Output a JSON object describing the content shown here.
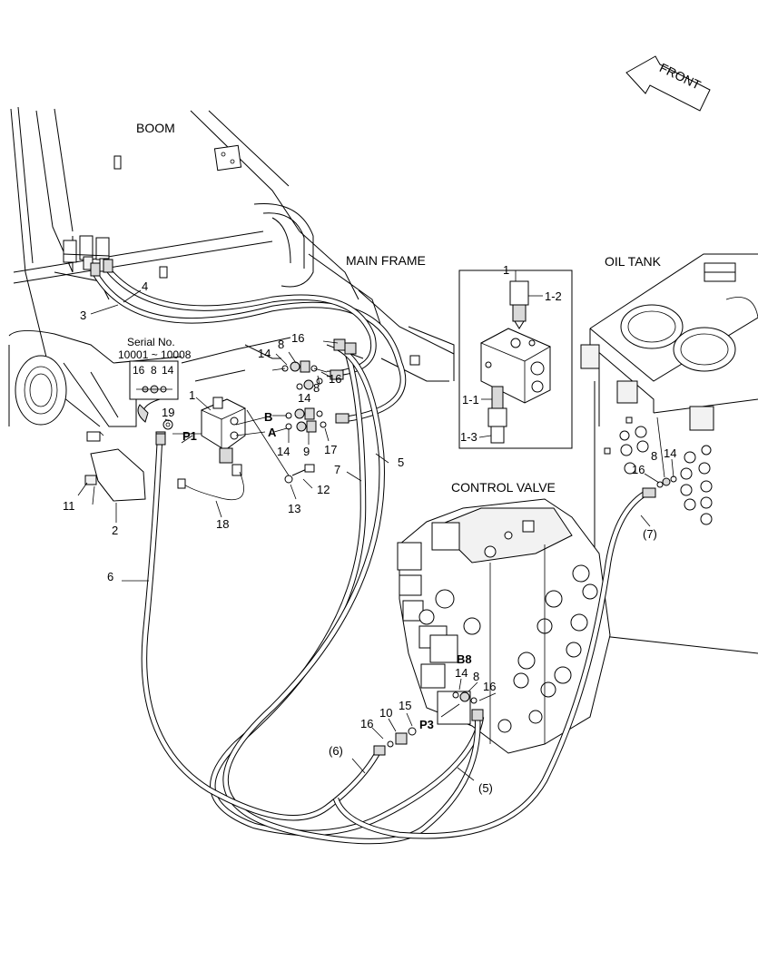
{
  "headings": {
    "boom": "BOOM",
    "main_frame": "MAIN FRAME",
    "oil_tank": "OIL TANK",
    "control_valve": "CONTROL VALVE",
    "front": "FRONT"
  },
  "serial": {
    "title": "Serial No.",
    "range": "10001 ~ 10008",
    "callouts": [
      "16",
      "8",
      "14"
    ]
  },
  "ports": {
    "p1": "P1",
    "a": "A",
    "b": "B",
    "b8": "B8",
    "p3": "P3"
  },
  "callouts": {
    "c1": "1",
    "c1_detail": "1",
    "c1_1": "1-1",
    "c1_2": "1-2",
    "c1_3": "1-3",
    "c2": "2",
    "c3": "3",
    "c4": "4",
    "c5": "5",
    "c5p": "(5)",
    "c6": "6",
    "c6p": "(6)",
    "c7": "7",
    "c7p": "(7)",
    "c8a": "8",
    "c8b": "8",
    "c8c": "8",
    "c8d": "8",
    "c9": "9",
    "c10": "10",
    "c11": "11",
    "c12": "12",
    "c13": "13",
    "c14a": "14",
    "c14b": "14",
    "c14c": "14",
    "c14d": "14",
    "c14e": "14",
    "c15": "15",
    "c16a": "16",
    "c16b": "16",
    "c16c": "16",
    "c16d": "16",
    "c16e": "16",
    "c17": "17",
    "c18": "18",
    "c19": "19"
  }
}
